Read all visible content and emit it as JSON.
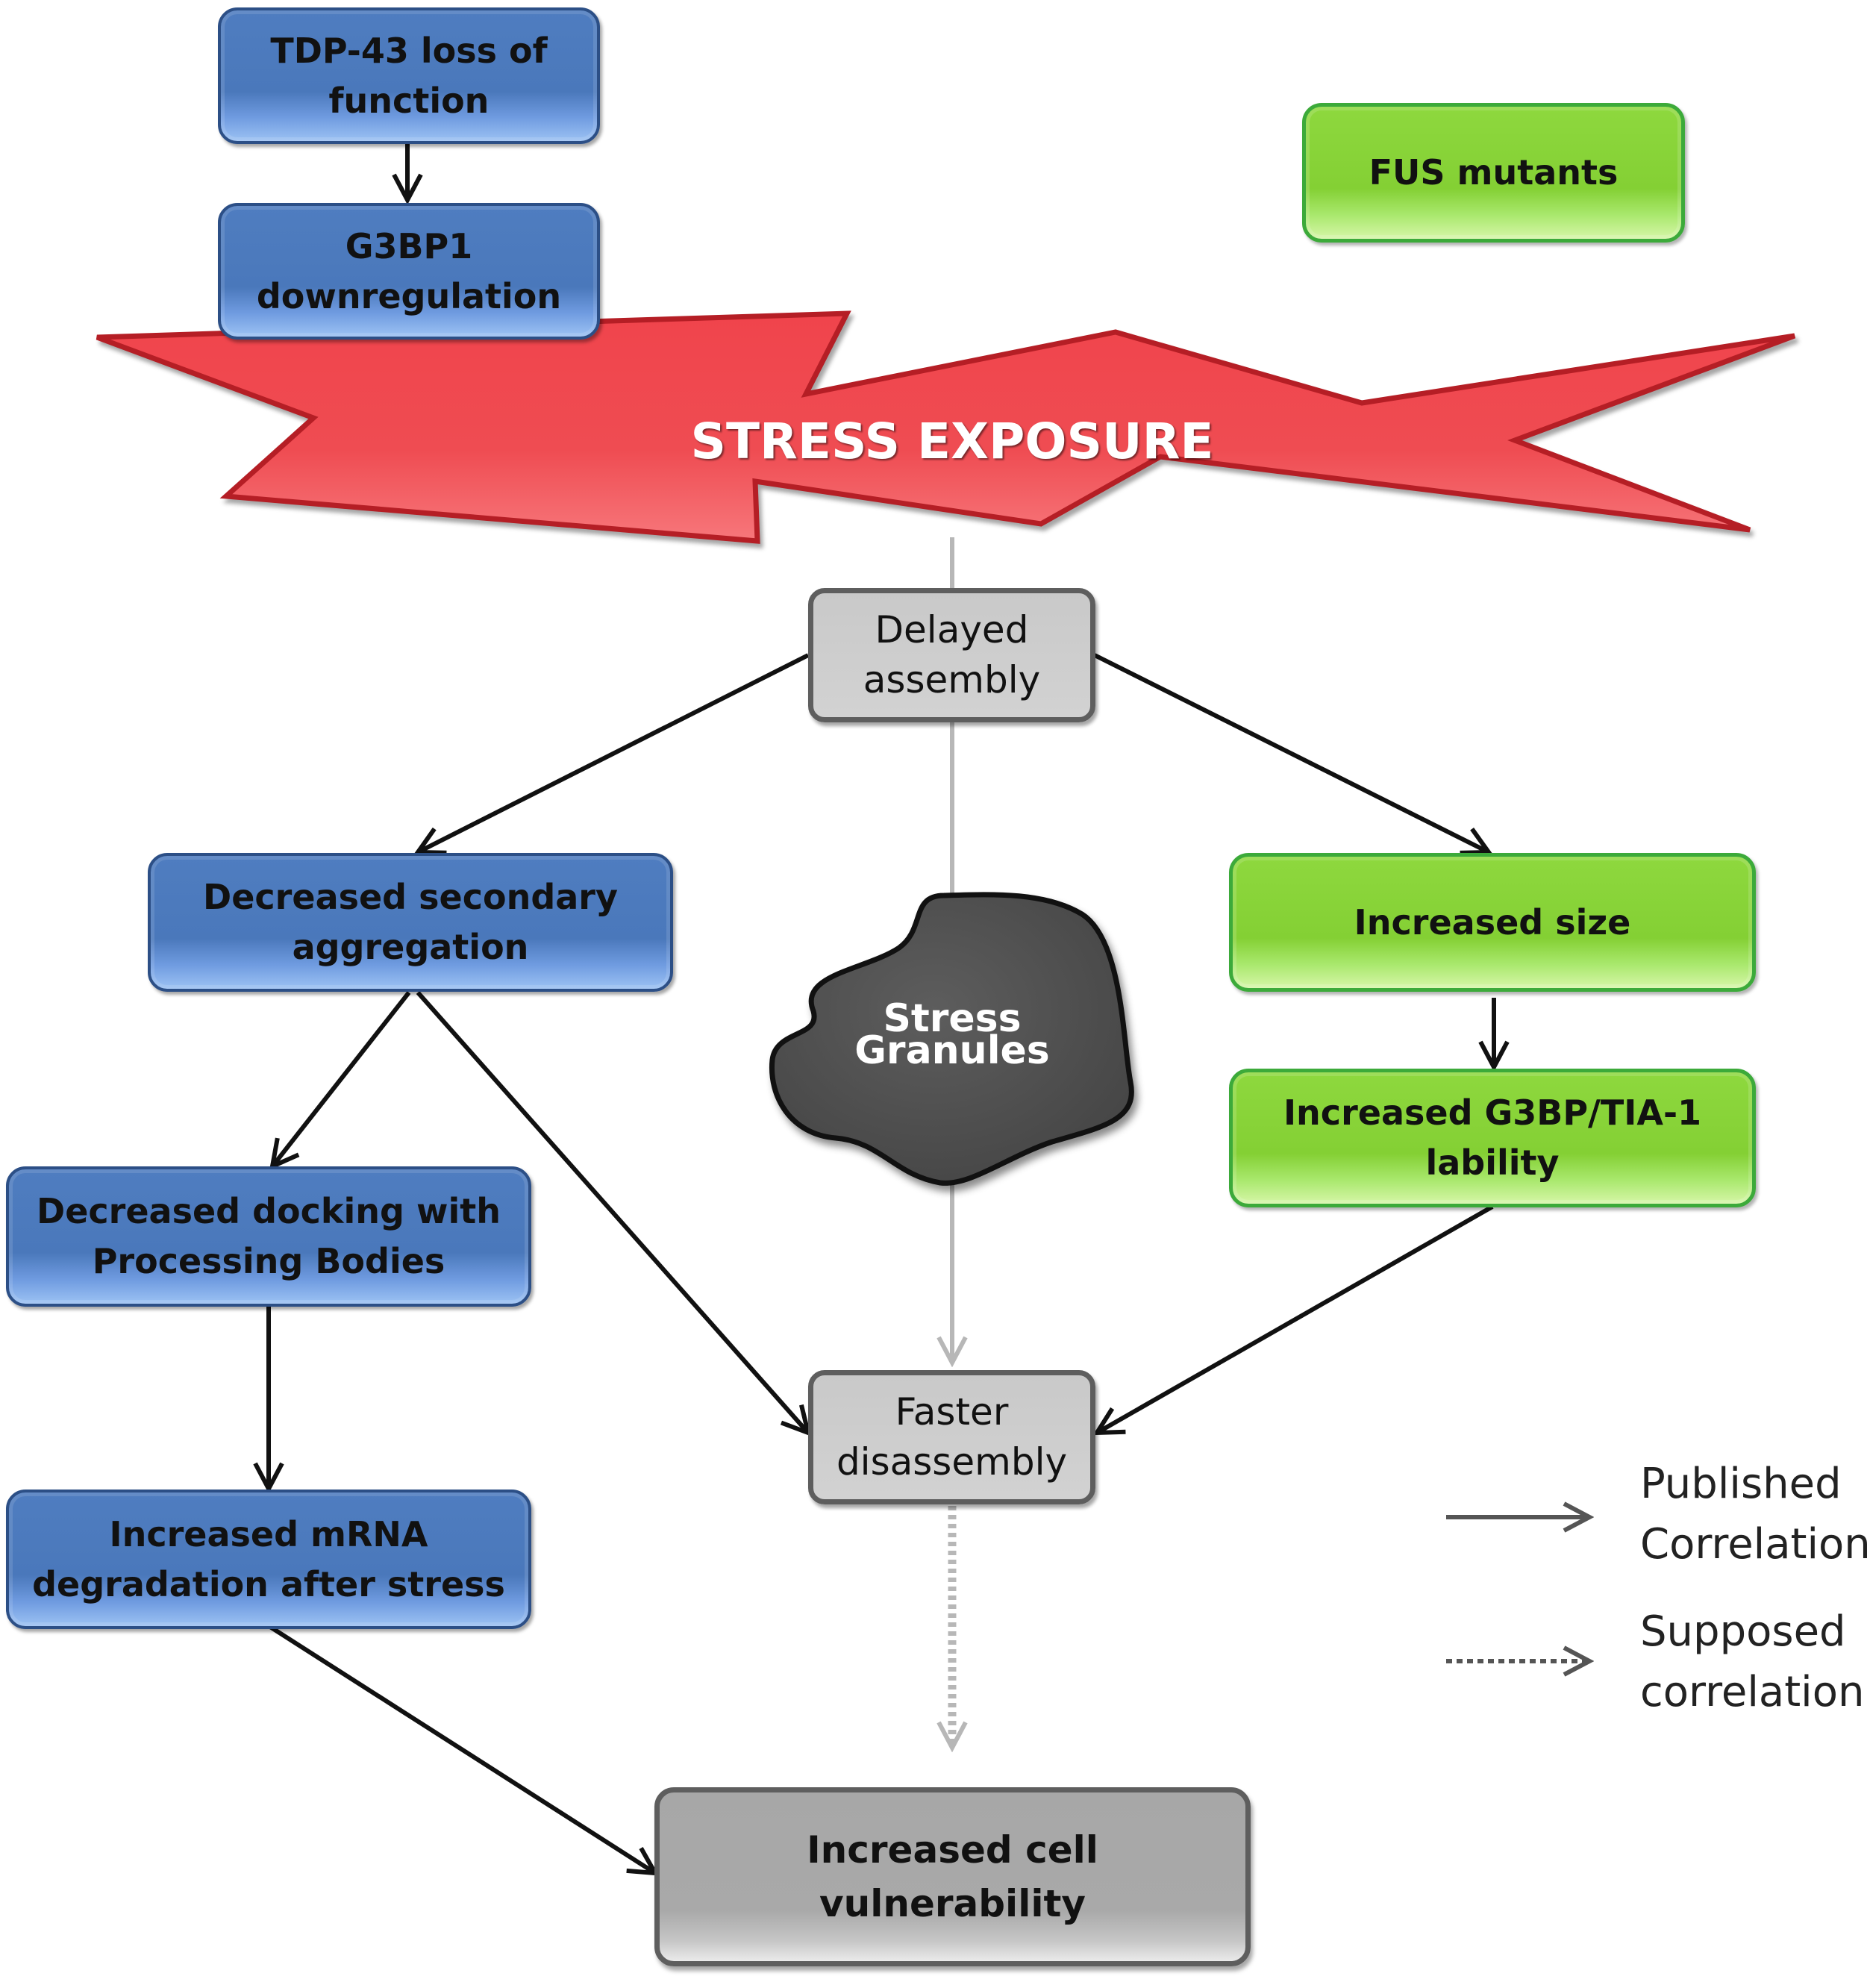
{
  "nodes": {
    "tdp43": "TDP-43 loss of function",
    "g3bp1": "G3BP1 downregulation",
    "fus": "FUS mutants",
    "stress": "STRESS EXPOSURE",
    "delayed": "Delayed assembly",
    "dec_secondary": "Decreased secondary aggregation",
    "inc_size": "Increased size",
    "inc_g3bp": "Increased G3BP/TIA-1 lability",
    "granules_line1": "Stress",
    "granules_line2": "Granules",
    "dec_docking": "Decreased docking with Processing Bodies",
    "inc_mrna": "Increased mRNA degradation after stress",
    "faster": "Faster disassembly",
    "vulnerability": "Increased cell vulnerability"
  },
  "legend": {
    "published": "Published Correlation",
    "supposed": "Supposed correlation"
  },
  "colors": {
    "blue": "#4a78bb",
    "green": "#84d034",
    "gray": "#c9c9c9",
    "red": "#ef4c52",
    "granule": "#555555"
  }
}
